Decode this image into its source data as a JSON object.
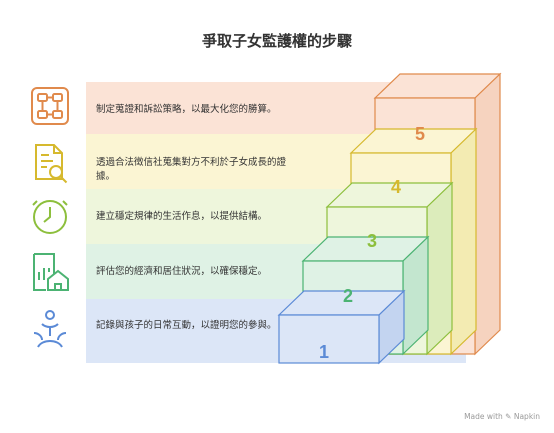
{
  "title": "爭取子女監護權的步驟",
  "footer": "Made with ✎ Napkin",
  "steps": [
    {
      "number": "1",
      "text": "記錄與孩子的日常互動，以證明您的參與。",
      "icon": "family-person-icon",
      "color": "#5b8ad6",
      "fill": "#dce6f7"
    },
    {
      "number": "2",
      "text": "評估您的經濟和居住狀況，以確保穩定。",
      "icon": "house-chart-icon",
      "color": "#4cb373",
      "fill": "#dff2e5"
    },
    {
      "number": "3",
      "text": "建立穩定規律的生活作息，以提供結構。",
      "icon": "clock-icon",
      "color": "#8dbf3d",
      "fill": "#eef6dc"
    },
    {
      "number": "4",
      "text": "透過合法徵信社蒐集對方不利於子女成長的證據。",
      "icon": "document-search-icon",
      "color": "#d6b92e",
      "fill": "#fbf5d3"
    },
    {
      "number": "5",
      "text": "制定蒐證和訴訟策略，以最大化您的勝算。",
      "icon": "strategy-flowchart-icon",
      "color": "#e08a4c",
      "fill": "#fbe3d6"
    }
  ]
}
